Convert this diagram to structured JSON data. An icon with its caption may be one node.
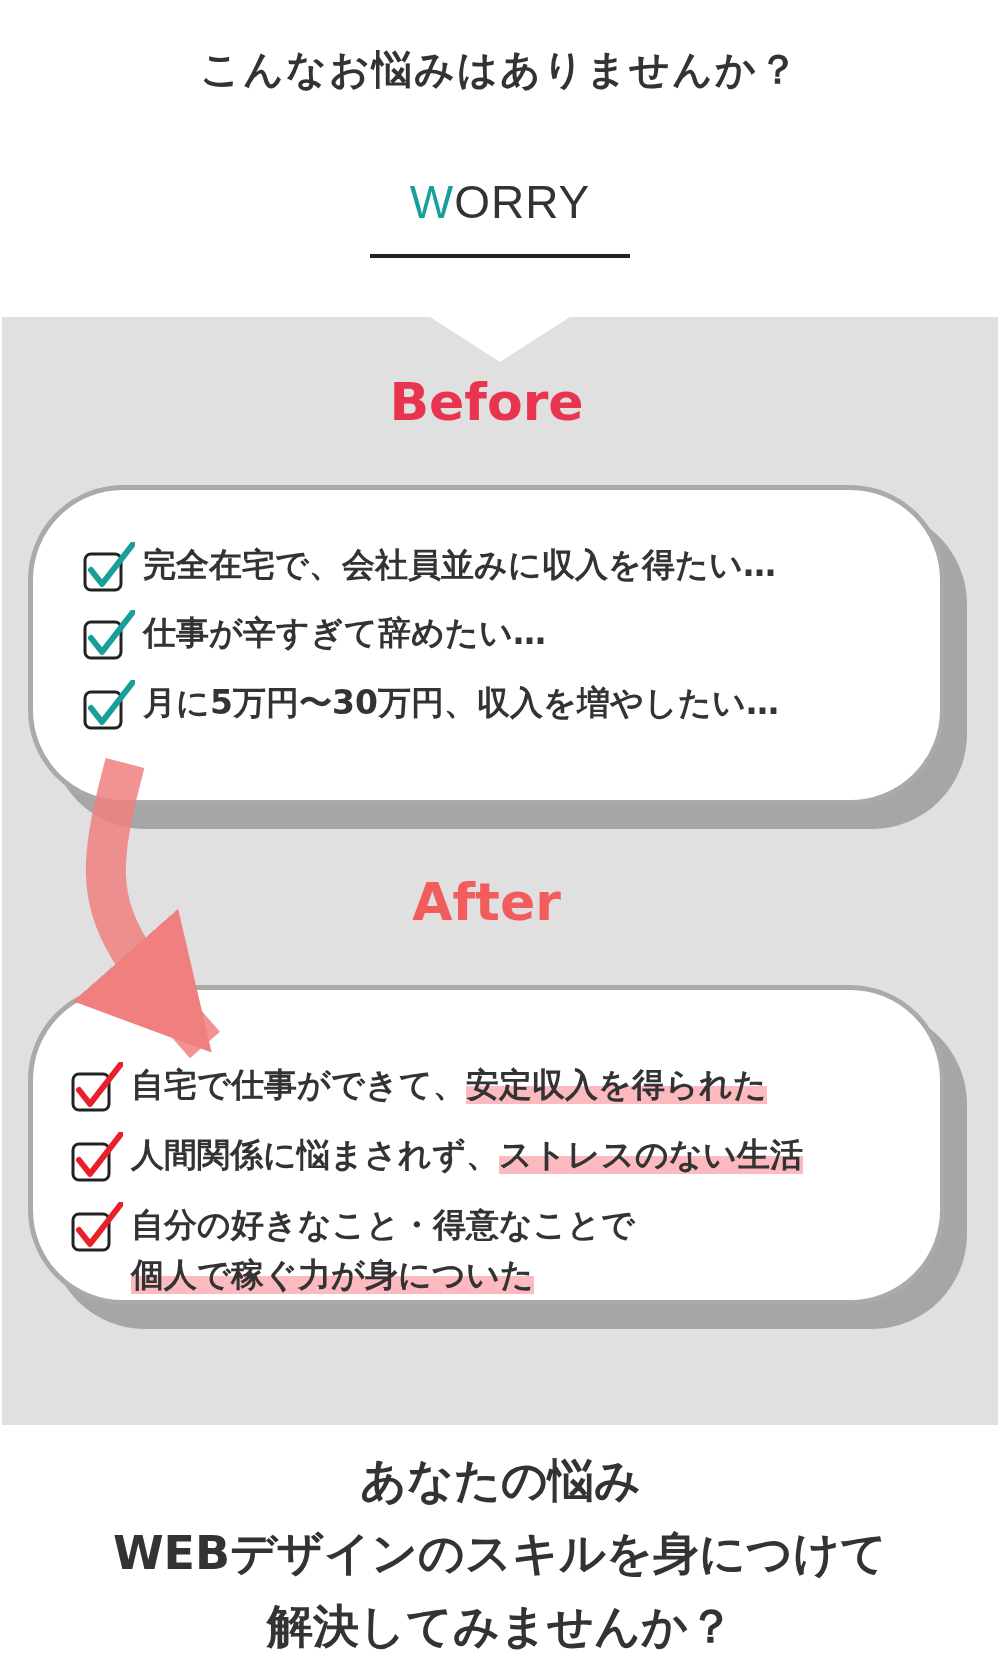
{
  "diagram": {
    "title": "こんなお悩みはありませんか？",
    "nodes": [
      {
        "text": [],
        "shape": "band"
      },
      {
        "text": [
          "Before",
          "完全在宅で、会社員並みに収入を得たい…",
          "仕事が辛すぎて辞めたい…",
          "月に5万円〜30万円、収入を増やしたい…"
        ],
        "in": 0
      },
      {
        "text": [
          "After",
          "自宅で仕事ができて、**安定収入を得られた**",
          "人間関係に悩まされず、**ストレスのない生活**",
          "自分の好きなこと・得意なことで**個人で稼ぐ力が身についた**"
        ],
        "in": 0
      }
    ],
    "edges": [
      {
        "from": 1,
        "to": 2,
        "arrow": "to"
      }
    ],
    "labels": [
      "WORRY",
      "あなたの悩み",
      "WEBデザインのスキルを身につけて",
      "解決してみませんか？"
    ]
  }
}
